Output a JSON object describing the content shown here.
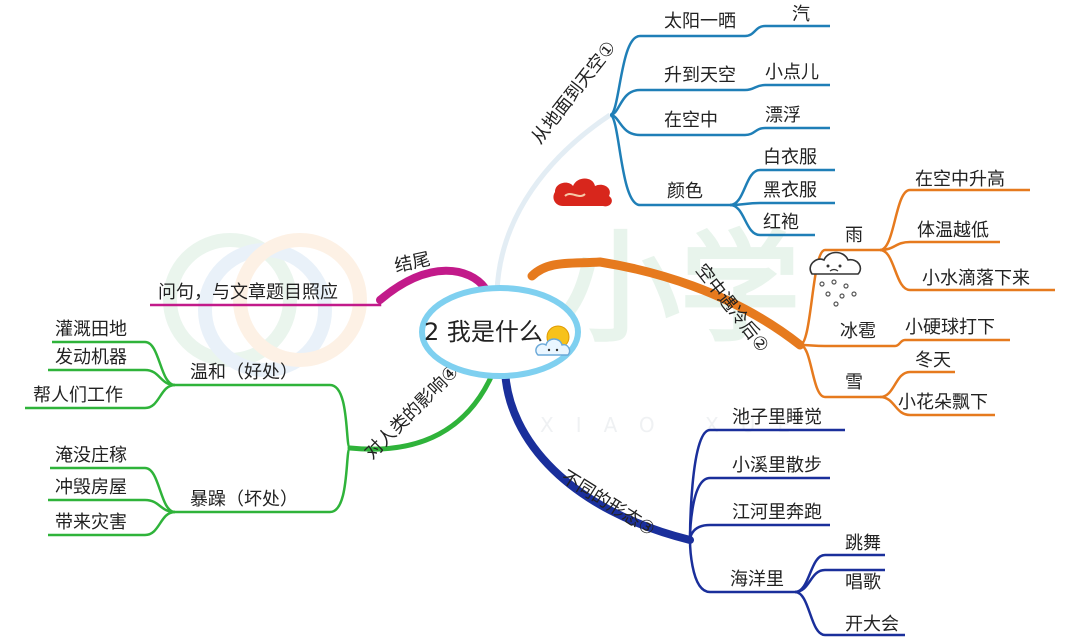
{
  "center": {
    "title": "2 我是什么"
  },
  "watermark": {
    "brand": "小学",
    "latin": "XIAO XUE"
  },
  "branches": {
    "sky": {
      "label": "从地面到天空①",
      "color": "#1f7fb7",
      "children": [
        {
          "label": "太阳一晒",
          "leaf": "汽"
        },
        {
          "label": "升到天空",
          "leaf": "小点儿"
        },
        {
          "label": "在空中",
          "leaf": "漂浮"
        },
        {
          "label": "颜色",
          "leaves": [
            "白衣服",
            "黑衣服",
            "红袍"
          ]
        }
      ]
    },
    "cold": {
      "label": "空中遇冷后②",
      "color": "#e67a1e",
      "children": [
        {
          "label": "雨",
          "leaves": [
            "在空中升高",
            "体温越低",
            "小水滴落下来"
          ]
        },
        {
          "label": "冰雹",
          "leaves": [
            "小硬球打下"
          ]
        },
        {
          "label": "雪",
          "leaves": [
            "冬天",
            "小花朵飘下"
          ]
        }
      ]
    },
    "forms": {
      "label": "不同的形态③",
      "color": "#1a2f9b",
      "children": [
        {
          "label": "池子里睡觉"
        },
        {
          "label": "小溪里散步"
        },
        {
          "label": "江河里奔跑"
        },
        {
          "label": "海洋里",
          "leaves": [
            "跳舞",
            "唱歌",
            "开大会"
          ]
        }
      ]
    },
    "impact": {
      "label": "对人类的影响④",
      "color": "#2fb33a",
      "children": [
        {
          "label": "温和（好处）",
          "leaves": [
            "灌溉田地",
            "发动机器",
            "帮人们工作"
          ]
        },
        {
          "label": "暴躁（坏处）",
          "leaves": [
            "淹没庄稼",
            "冲毁房屋",
            "带来灾害"
          ]
        }
      ]
    },
    "ending": {
      "label": "结尾",
      "color": "#c21a8a",
      "children": [
        {
          "label": "问句，与文章题目照应"
        }
      ]
    }
  }
}
